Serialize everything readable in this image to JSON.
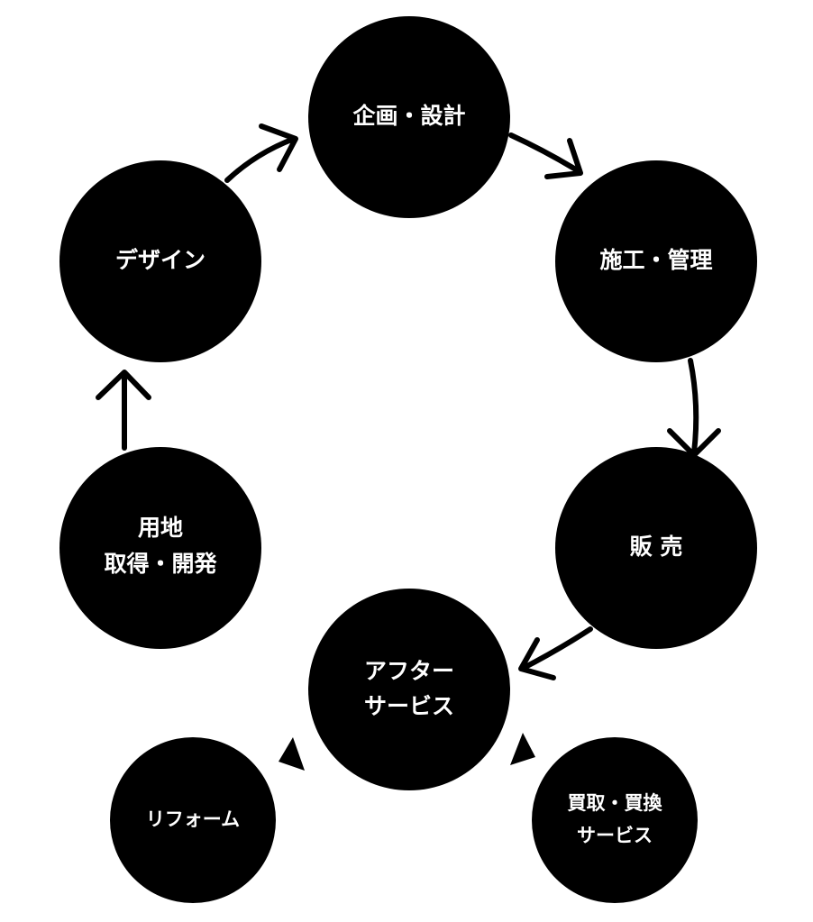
{
  "nodes": {
    "planning": "企画・設計",
    "construction": "施工・管理",
    "sales": "販 売",
    "after_service_1": "アフター",
    "after_service_2": "サービス",
    "land_1": "用地",
    "land_2": "取得・開発",
    "design": "デザイン",
    "reform": "リフォーム",
    "buyback_1": "買取・買換",
    "buyback_2": "サービス"
  },
  "colors": {
    "circle": "#000000",
    "label": "#ffffff",
    "background": "#ffffff"
  }
}
